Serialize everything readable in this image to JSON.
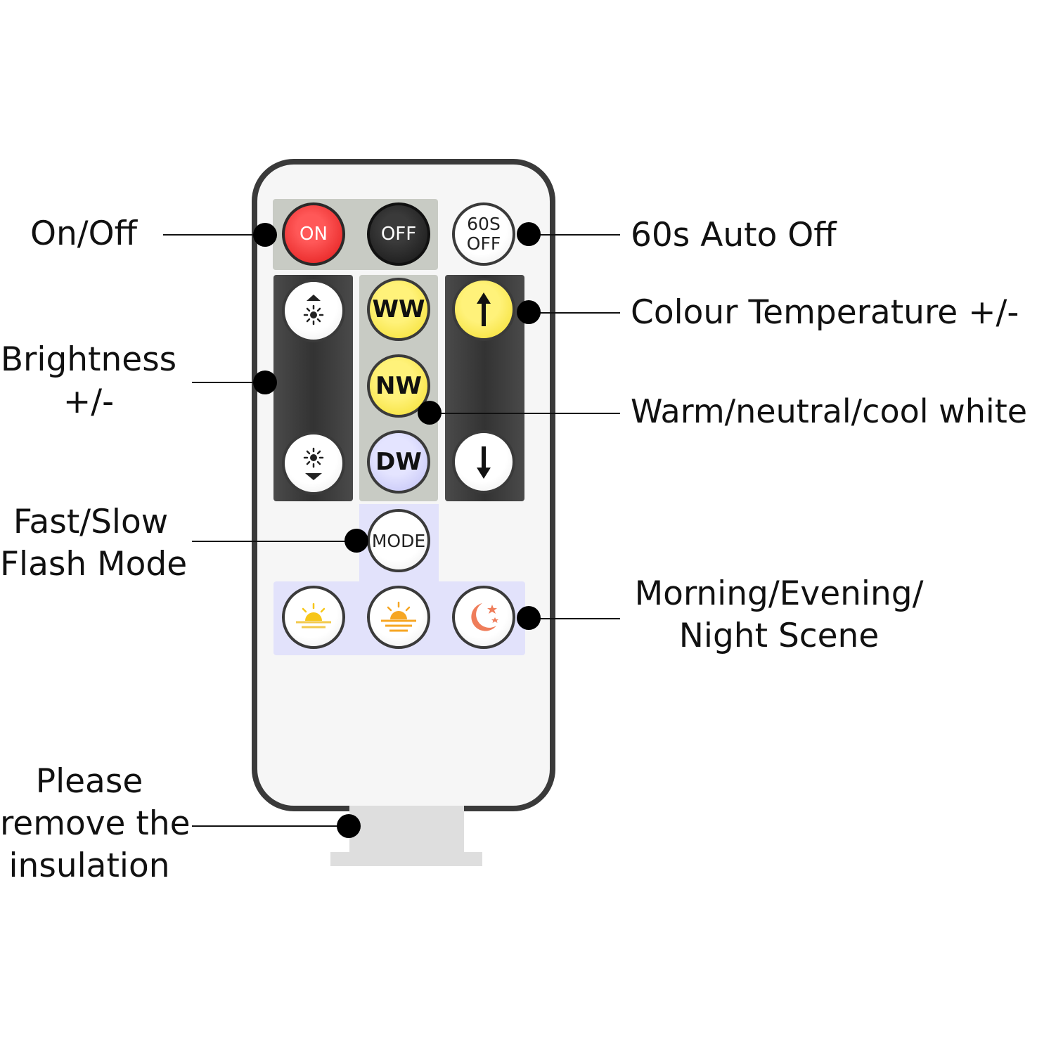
{
  "labels": {
    "on_off": "On/Off",
    "auto_off": "60s Auto Off",
    "colour_temp": "Colour Temperature +/-",
    "brightness_line1": "Brightness",
    "brightness_line2": "+/-",
    "white": "Warm/neutral/cool white",
    "flash_line1": "Fast/Slow",
    "flash_line2": "Flash Mode",
    "scene_line1": "Morning/Evening/",
    "scene_line2": "Night Scene",
    "insulation_line1": "Please",
    "insulation_line2": "remove the",
    "insulation_line3": "insulation"
  },
  "buttons": {
    "on": "ON",
    "off": "OFF",
    "auto_off_line1": "60S",
    "auto_off_line2": "OFF",
    "ww": "WW",
    "nw": "NW",
    "dw": "DW",
    "mode": "MODE"
  },
  "icons": {
    "brightness_up": "brightness-up-icon",
    "brightness_down": "brightness-down-icon",
    "temp_up": "arrow-up-icon",
    "temp_down": "arrow-down-icon",
    "morning": "sunrise-icon",
    "evening": "sunset-icon",
    "night": "moon-stars-icon"
  },
  "colors": {
    "on_button": "#e01717",
    "off_button": "#141414",
    "yellow_button": "#f3dd2a",
    "blue_button": "#bfbff5",
    "panel_dark": "#3d3d3d",
    "panel_grey": "#c8cbc4",
    "panel_lavender": "#e2e2fb"
  }
}
